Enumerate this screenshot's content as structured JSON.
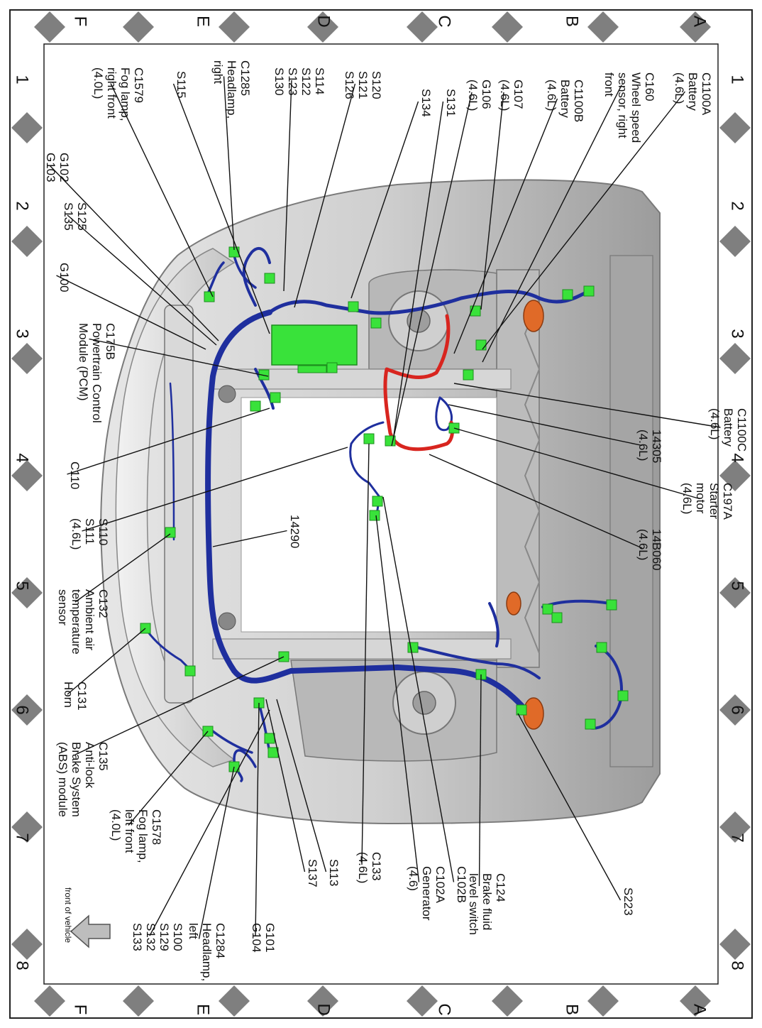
{
  "grid": {
    "rows": [
      "A",
      "B",
      "C",
      "D",
      "E",
      "F"
    ],
    "cols": [
      "1",
      "2",
      "3",
      "4",
      "5",
      "6",
      "7",
      "8"
    ]
  },
  "front_of_vehicle": "front of vehicle",
  "callouts": [
    {
      "id": "c1100a",
      "lines": [
        "C1100A",
        "Battery",
        "(4.6L)"
      ]
    },
    {
      "id": "c160",
      "lines": [
        "C160",
        "Wheel speed",
        "sensor, right",
        "front"
      ]
    },
    {
      "id": "c1100b",
      "lines": [
        "C1100B",
        "Battery",
        "(4.6L)"
      ]
    },
    {
      "id": "g107",
      "lines": [
        "G107",
        "(4.6L)"
      ]
    },
    {
      "id": "g106",
      "lines": [
        "G106",
        "(4.6L)"
      ]
    },
    {
      "id": "s131",
      "lines": [
        "S131"
      ]
    },
    {
      "id": "s134",
      "lines": [
        "S134"
      ]
    },
    {
      "id": "s120",
      "lines": [
        "S120",
        "S121",
        "S126"
      ]
    },
    {
      "id": "s114",
      "lines": [
        "S114",
        "S122",
        "S123",
        "S130"
      ]
    },
    {
      "id": "c1285",
      "lines": [
        "C1285",
        "Headlamp,",
        "right"
      ]
    },
    {
      "id": "s115",
      "lines": [
        "S115"
      ]
    },
    {
      "id": "c1579",
      "lines": [
        "C1579",
        "Fog lamp,",
        "right front",
        "(4.0L)"
      ]
    },
    {
      "id": "g102",
      "lines": [
        "G102",
        "G103"
      ]
    },
    {
      "id": "s125",
      "lines": [
        "S125",
        "S135"
      ]
    },
    {
      "id": "g100",
      "lines": [
        "G100"
      ]
    },
    {
      "id": "c175b",
      "lines": [
        "C175B",
        "Powertrain Control",
        "Module (PCM)"
      ]
    },
    {
      "id": "c110",
      "lines": [
        "C110"
      ]
    },
    {
      "id": "s110",
      "lines": [
        "S110",
        "S111",
        "(4.6L)"
      ]
    },
    {
      "id": "w14290",
      "lines": [
        "14290"
      ]
    },
    {
      "id": "c132",
      "lines": [
        "C132",
        "Ambient air",
        "temperature",
        "sensor"
      ]
    },
    {
      "id": "c131",
      "lines": [
        "C131",
        "Horn"
      ]
    },
    {
      "id": "c135",
      "lines": [
        "C135",
        "Anti-lock",
        "Brake System",
        "(ABS) module"
      ]
    },
    {
      "id": "c1578",
      "lines": [
        "C1578",
        "Fog lamp,",
        "left front",
        "(4.0L)"
      ]
    },
    {
      "id": "c1284",
      "lines": [
        "C1284",
        "Headlamp,",
        "left"
      ]
    },
    {
      "id": "s100",
      "lines": [
        "S100",
        "S129",
        "S132",
        "S133"
      ]
    },
    {
      "id": "g101",
      "lines": [
        "G101",
        "G104"
      ]
    },
    {
      "id": "s137",
      "lines": [
        "S137"
      ]
    },
    {
      "id": "s113",
      "lines": [
        "S113"
      ]
    },
    {
      "id": "c133",
      "lines": [
        "C133",
        "(4.6L)"
      ]
    },
    {
      "id": "c102a",
      "lines": [
        "C102A",
        "Generator",
        "(4.6)"
      ]
    },
    {
      "id": "c102b",
      "lines": [
        "C102B"
      ]
    },
    {
      "id": "c124",
      "lines": [
        "C124",
        "Brake fluid",
        "level switch"
      ]
    },
    {
      "id": "s223",
      "lines": [
        "S223"
      ]
    },
    {
      "id": "c1100c",
      "lines": [
        "C1100C",
        "Battery",
        "(4.6L)"
      ]
    },
    {
      "id": "w14305",
      "lines": [
        "14305",
        "(4.6L)"
      ]
    },
    {
      "id": "c197a",
      "lines": [
        "C197A",
        "Starter",
        "motor",
        "(4.6L)"
      ]
    },
    {
      "id": "w14b060",
      "lines": [
        "14B060",
        "(4.6L)"
      ]
    }
  ],
  "colors": {
    "harness_blue": "#1f2f9e",
    "battery_red": "#d8251f",
    "connector_green": "#39e23a",
    "body_gray": "#c8c8c8",
    "frame_diamond": "#7f7f7f"
  }
}
